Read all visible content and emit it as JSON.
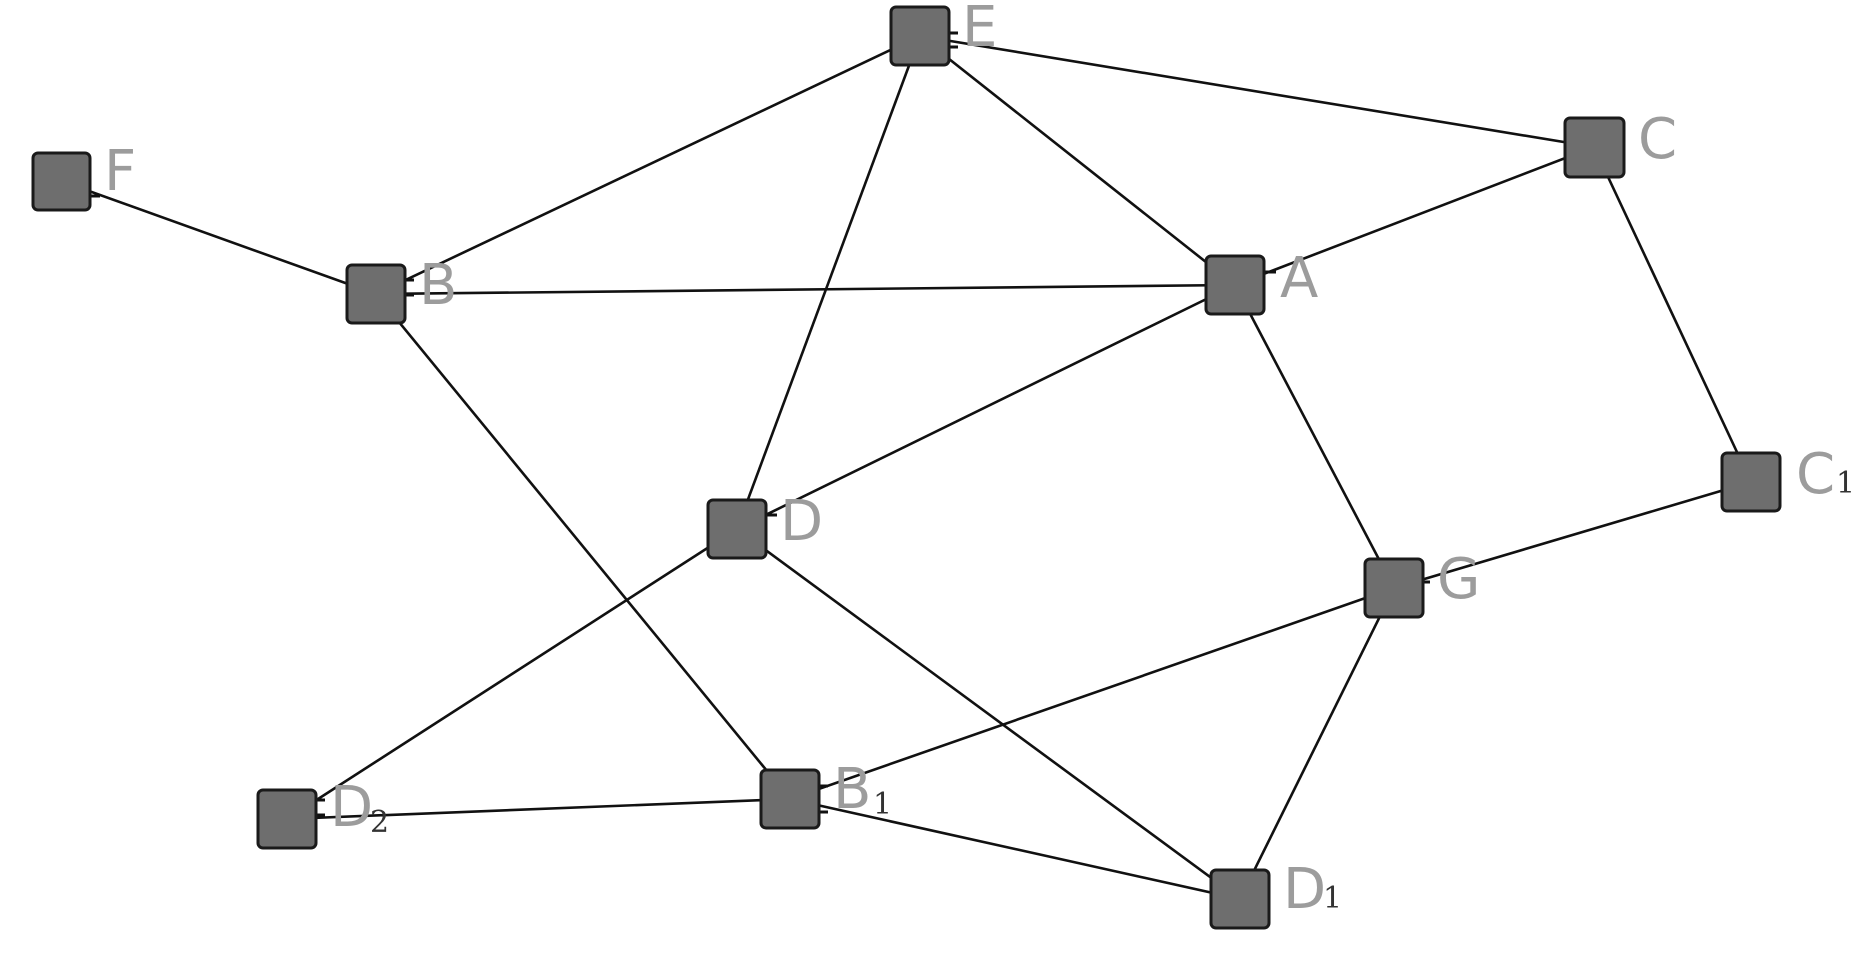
{
  "diagram": {
    "nodes": [
      {
        "id": "E",
        "label": "E",
        "subscript": ""
      },
      {
        "id": "F",
        "label": "F",
        "subscript": ""
      },
      {
        "id": "C",
        "label": "C",
        "subscript": ""
      },
      {
        "id": "B",
        "label": "B",
        "subscript": ""
      },
      {
        "id": "A",
        "label": "A",
        "subscript": ""
      },
      {
        "id": "C1",
        "label": "C",
        "subscript": "1"
      },
      {
        "id": "D",
        "label": "D",
        "subscript": ""
      },
      {
        "id": "G",
        "label": "G",
        "subscript": ""
      },
      {
        "id": "D2",
        "label": "D",
        "subscript": "2"
      },
      {
        "id": "B1",
        "label": "B",
        "subscript": "1"
      },
      {
        "id": "D1",
        "label": "D",
        "subscript": "1"
      }
    ],
    "edges": [
      [
        "E",
        "B"
      ],
      [
        "E",
        "C"
      ],
      [
        "E",
        "A"
      ],
      [
        "E",
        "D"
      ],
      [
        "F",
        "B"
      ],
      [
        "B",
        "A"
      ],
      [
        "B",
        "B1"
      ],
      [
        "C",
        "A"
      ],
      [
        "C",
        "C1"
      ],
      [
        "A",
        "D"
      ],
      [
        "A",
        "G"
      ],
      [
        "C1",
        "G"
      ],
      [
        "D",
        "D2"
      ],
      [
        "D",
        "D1"
      ],
      [
        "G",
        "B1"
      ],
      [
        "G",
        "D1"
      ],
      [
        "D2",
        "B1"
      ],
      [
        "B1",
        "D1"
      ]
    ]
  }
}
